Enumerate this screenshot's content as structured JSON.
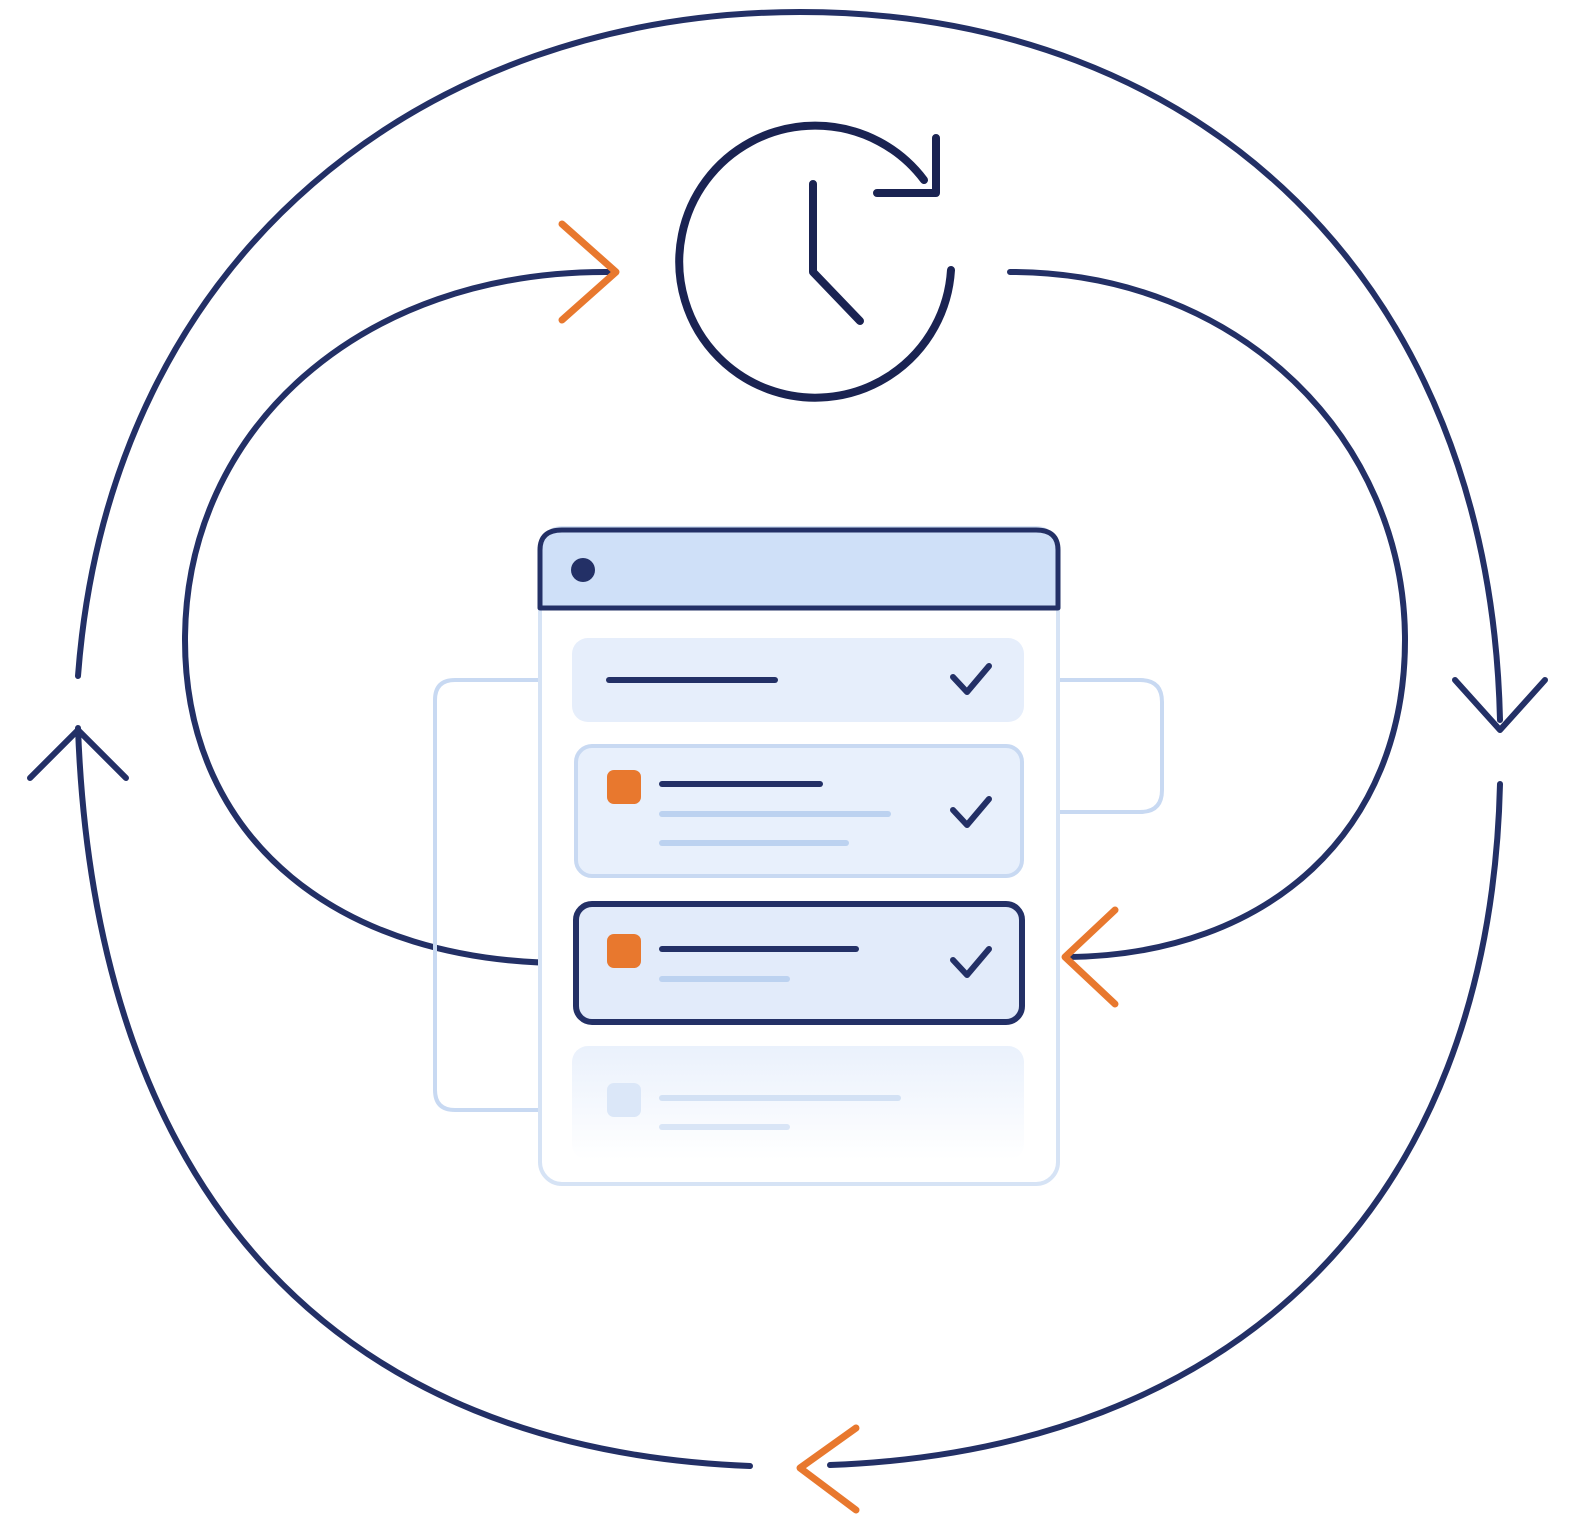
{
  "colors": {
    "background": "#ffffff",
    "navy": "#233066",
    "navy_dark": "#1a2352",
    "orange": "#e8782e",
    "panel_fill": "#eaf1fc",
    "panel_border": "#c8d9f2",
    "header_fill": "#cfe0f8",
    "pale_line": "#bcd2f0",
    "ghost_fill": "#f1f6fd"
  },
  "icons": {
    "clock": "clock-refresh-icon",
    "task_list": "task-list-window-icon",
    "check": "check-icon",
    "task_marker": "square-marker-icon"
  },
  "task_list": {
    "rows": [
      {
        "marker": false,
        "checked": true,
        "state": "normal"
      },
      {
        "marker": true,
        "checked": true,
        "state": "normal"
      },
      {
        "marker": true,
        "checked": true,
        "state": "active"
      },
      {
        "marker": true,
        "checked": false,
        "state": "faded"
      }
    ]
  },
  "cycle": {
    "outer_arrows": [
      "navy",
      "navy",
      "orange"
    ],
    "inner_arrows": [
      "orange",
      "orange"
    ]
  }
}
